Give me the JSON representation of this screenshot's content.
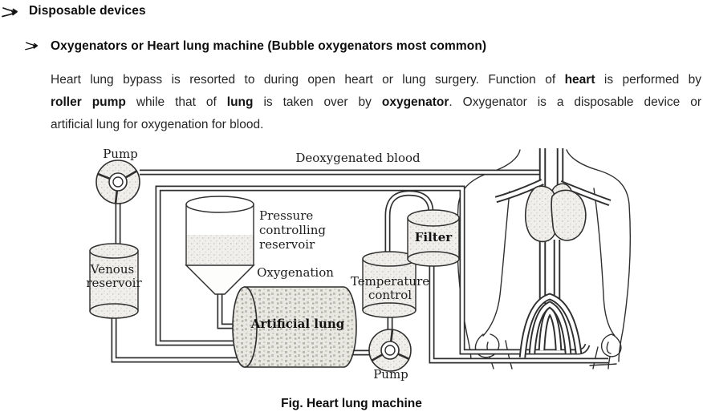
{
  "heading1": {
    "text": "Disposable devices"
  },
  "heading2": {
    "text": "Oxygenators or Heart lung machine (Bubble oxygenators most common)"
  },
  "paragraph": {
    "lines": [
      {
        "runs": [
          {
            "t": "Heart lung bypass is resorted to during open heart or lung surgery. Function of ",
            "b": false
          },
          {
            "t": "heart",
            "b": true
          },
          {
            "t": " is performed by",
            "b": false
          }
        ]
      },
      {
        "runs": [
          {
            "t": "roller pump",
            "b": true
          },
          {
            "t": " while that of ",
            "b": false
          },
          {
            "t": "lung",
            "b": true
          },
          {
            "t": " is taken over by ",
            "b": false
          },
          {
            "t": "oxygenator",
            "b": true
          },
          {
            "t": ". Oxygenator is a disposable device or",
            "b": false
          }
        ]
      },
      {
        "runs": [
          {
            "t": "artificial lung for oxygenation for blood.",
            "b": false
          }
        ]
      }
    ]
  },
  "figure": {
    "ink_color": "#2f2f2f",
    "labels": {
      "pump_top": "Pump",
      "deoxygenated_blood": "Deoxygenated blood",
      "pressure_line1": "Pressure",
      "pressure_line2": "controlling",
      "pressure_line3": "reservoir",
      "venous_line1": "Venous",
      "venous_line2": "reservoir",
      "oxygenation": "Oxygenation",
      "artificial_lung": "Artificial lung",
      "temperature_line1": "Temperature",
      "temperature_line2": "control",
      "filter": "Filter",
      "pump_bottom": "Pump"
    },
    "caption": "Fig. Heart lung machine"
  }
}
